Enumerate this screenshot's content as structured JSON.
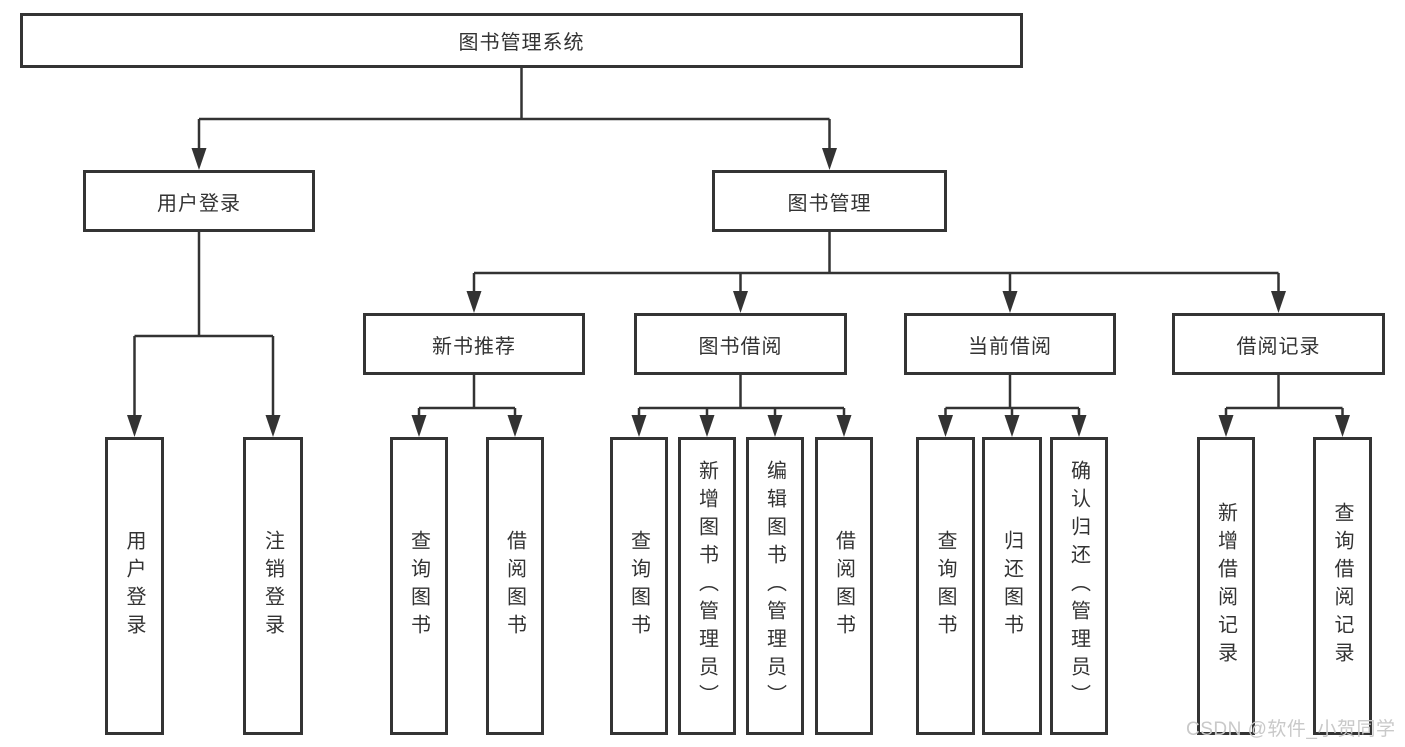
{
  "tree": {
    "label": "图书管理系统",
    "children": [
      {
        "label": "用户登录",
        "children": [
          {
            "label": "用户登录"
          },
          {
            "label": "注销登录"
          }
        ]
      },
      {
        "label": "图书管理",
        "children": [
          {
            "label": "新书推荐",
            "children": [
              {
                "label": "查询图书"
              },
              {
                "label": "借阅图书"
              }
            ]
          },
          {
            "label": "图书借阅",
            "children": [
              {
                "label": "查询图书"
              },
              {
                "label": "新增图书（管理员）"
              },
              {
                "label": "编辑图书（管理员）"
              },
              {
                "label": "借阅图书"
              }
            ]
          },
          {
            "label": "当前借阅",
            "children": [
              {
                "label": "查询图书"
              },
              {
                "label": "归还图书"
              },
              {
                "label": "确认归还（管理员）"
              }
            ]
          },
          {
            "label": "借阅记录",
            "children": [
              {
                "label": "新增借阅记录"
              },
              {
                "label": "查询借阅记录"
              }
            ]
          }
        ]
      }
    ]
  },
  "watermark": "CSDN @软件_小贺同学",
  "colors": {
    "line": "#333333",
    "box_border": "#343434",
    "text": "#333333",
    "watermark": "#c9c9c9",
    "background": "#ffffff"
  }
}
